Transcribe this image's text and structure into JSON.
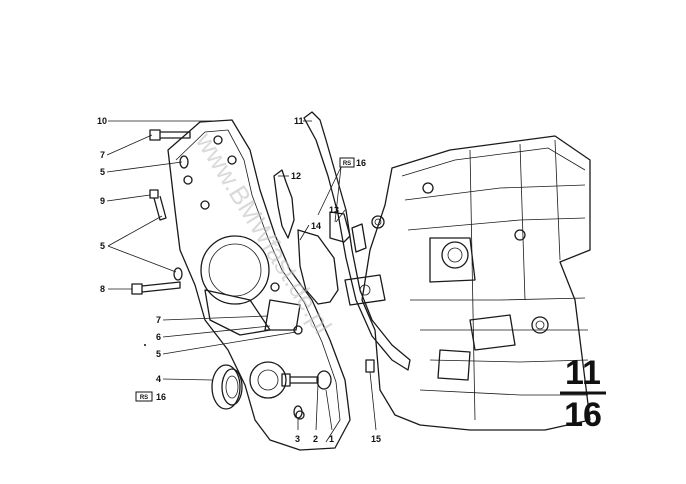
{
  "watermark": "www.BMWfast.de.pl",
  "page": {
    "group": "11",
    "sheet": "16"
  },
  "callouts": {
    "c1": "1",
    "c2": "2",
    "c3": "3",
    "c4": "4",
    "c5a": "5",
    "c5b": "5",
    "c5c": "5",
    "c6": "6",
    "c7a": "7",
    "c7b": "7",
    "c8": "8",
    "c9": "9",
    "c10": "10",
    "c11": "11",
    "c12": "12",
    "c13": "13",
    "c14": "14",
    "c15": "15",
    "c16a": "16",
    "c16b": "16"
  },
  "badge": {
    "text": "RS"
  },
  "icons": {
    "kit": "repair-set-box-icon"
  }
}
